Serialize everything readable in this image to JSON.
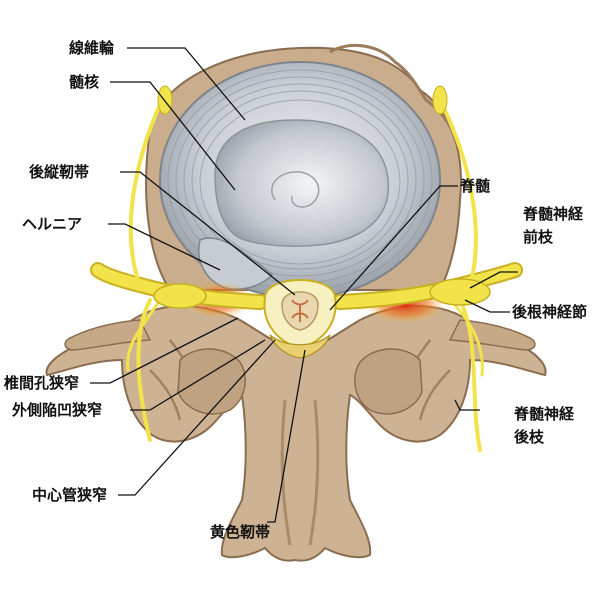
{
  "labels": {
    "annulus": "線維輪",
    "nucleus": "髄核",
    "pll": "後縦靭帯",
    "hernia": "ヘルニア",
    "spinal_cord": "脊髄",
    "ventral_ramus_1": "脊髄神経",
    "ventral_ramus_2": "前枝",
    "drg": "後根神経節",
    "foraminal": "椎間孔狭窄",
    "lateral_recess": "外側陥凹狭窄",
    "dorsal_ramus_1": "脊髄神経",
    "dorsal_ramus_2": "後枝",
    "central_canal": "中心管狭窄",
    "ligamentum_flavum": "黄色靭帯"
  },
  "colors": {
    "bone": "#cdb393",
    "bone_shadow": "#a98a6a",
    "disc": "#d3d7dc",
    "disc_ring": "#8f969e",
    "nerve": "#f2e34a",
    "nerve_edge": "#c8b020",
    "inflamed": "#e8431c"
  }
}
